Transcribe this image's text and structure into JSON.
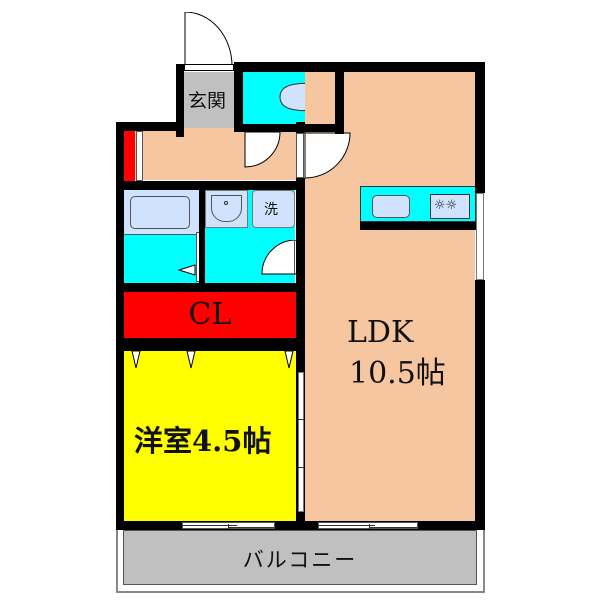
{
  "floorplan": {
    "rooms": {
      "entrance": {
        "label": "玄関",
        "color": "#c0c0c0"
      },
      "toilet": {
        "label": "",
        "color": "#00ffff"
      },
      "hallway": {
        "label": "",
        "color": "#f6c6a0"
      },
      "bathroom": {
        "label": "",
        "color": "#00ffff"
      },
      "washroom": {
        "label": "",
        "color": "#00ffff"
      },
      "washing_machine": {
        "label": "洗"
      },
      "closet": {
        "label": "CL",
        "color": "#ff0000"
      },
      "western_room": {
        "label": "洋室4.5帖",
        "color": "#ffff00"
      },
      "ldk": {
        "label_line1": "LDK",
        "label_line2": "10.5帖",
        "color": "#f6c6a0"
      },
      "balcony": {
        "label": "バルコニー",
        "color": "#c0c0c0"
      }
    },
    "kitchen": {
      "counter_color": "#00ffff",
      "stove": "☼☼"
    }
  }
}
